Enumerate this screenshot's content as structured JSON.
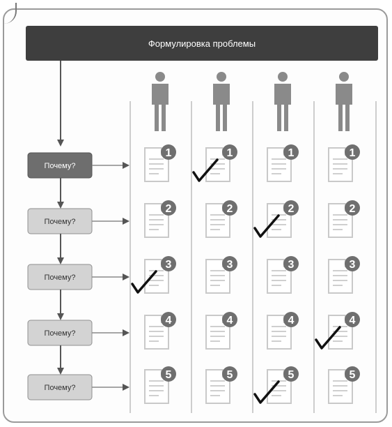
{
  "title": "Формулировка проблемы",
  "question_label": "Почему?",
  "question_count": 5,
  "experts": [
    "person-1",
    "person-2",
    "person-3",
    "person-4"
  ],
  "item_numbers": [
    "1",
    "2",
    "3",
    "4",
    "5"
  ],
  "checked_item_by_expert": [
    3,
    1,
    2,
    4
  ],
  "checked_item_also_by_expert_3": 5,
  "colors": {
    "header_bg": "#3e3e3e",
    "first_question_bg": "#6e6e6e",
    "question_bg": "#d3d3d3",
    "badge": "#6f6f6f",
    "person": "#8a8a8a",
    "doc_line": "#cfcfcf",
    "arrow": "#555555"
  }
}
